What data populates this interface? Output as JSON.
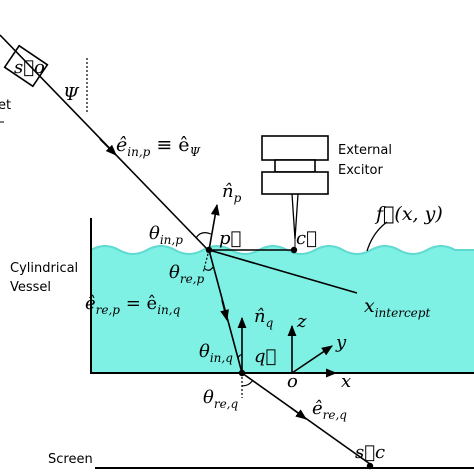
{
  "labels": {
    "source": "s⃗o",
    "psi": "Ψ",
    "partial_left_1": "et",
    "e_in_p_eq": "ê",
    "e_in_p_sub": "in,p",
    "e_in_p_equiv": " ≡ ê",
    "e_psi_sub": "Ψ",
    "external_excitor_1": "External",
    "external_excitor_2": "Excitor",
    "n_p": "n̂",
    "n_p_sub": "p",
    "theta_in_p": "θ",
    "theta_in_p_sub": "in,p",
    "p_vec": "p⃗",
    "c_vec": "c⃗",
    "f_xy": "f⃗(x, y)",
    "theta_re_p": "θ",
    "theta_re_p_sub": "re,p",
    "cylindrical": "Cylindrical",
    "vessel": "Vessel",
    "e_re_p": "ê",
    "e_re_p_sub": "re,p",
    "e_re_p_eq": " = ê",
    "e_in_q_sub": "in,q",
    "x_intercept": "x",
    "x_intercept_sub": "intercept",
    "n_q": "n̂",
    "n_q_sub": "q",
    "z_axis": "z",
    "y_axis": "y",
    "x_axis": "x",
    "origin": "o",
    "theta_in_q": "θ",
    "theta_in_q_sub": "in,q",
    "q_vec": "q⃗",
    "theta_re_q": "θ",
    "theta_re_q_sub": "re,q",
    "e_re_q": "ê",
    "e_re_q_sub": "re,q",
    "screen": "Screen",
    "sc_vec": "s⃗c"
  },
  "colors": {
    "water": "#7ff0e4",
    "line": "#000000",
    "excitor_fill": "#ffffff"
  }
}
